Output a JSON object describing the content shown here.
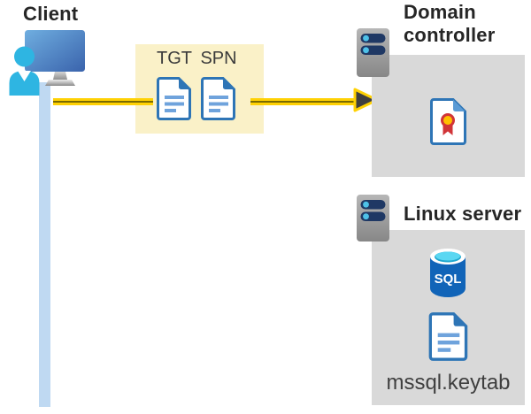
{
  "client": {
    "label": "Client"
  },
  "credentials": {
    "items": [
      {
        "label": "TGT"
      },
      {
        "label": "SPN"
      }
    ]
  },
  "domain_controller": {
    "label": "Domain controller"
  },
  "linux_server": {
    "label": "Linux server",
    "keytab_label": "mssql.keytab"
  },
  "sql": {
    "label": "SQL"
  },
  "colors": {
    "arrow_yellow": "#FFD103",
    "arrow_core_olive": "#7A6A00",
    "arrow_head_gray": "#3F3F3F",
    "credential_box_bg": "#FAF1C8",
    "server_box_bg": "#D9D9D9",
    "document_blue": "#2E75B6",
    "document_line_blue": "#6FA3DC",
    "person_cyan": "#2EB5E2",
    "client_line_blue": "#BFD9F2",
    "monitor_blue_light": "#6FAEE0",
    "monitor_blue_dark": "#3A63AC",
    "server_bar_navy": "#1F3864",
    "server_dot_blue": "#4EC1E8",
    "sql_body_blue": "#1164B8",
    "sql_top_cyan": "#5BD7F2",
    "ribbon_red": "#D13438",
    "ribbon_gold": "#FFC000",
    "text_dark": "#262626"
  }
}
